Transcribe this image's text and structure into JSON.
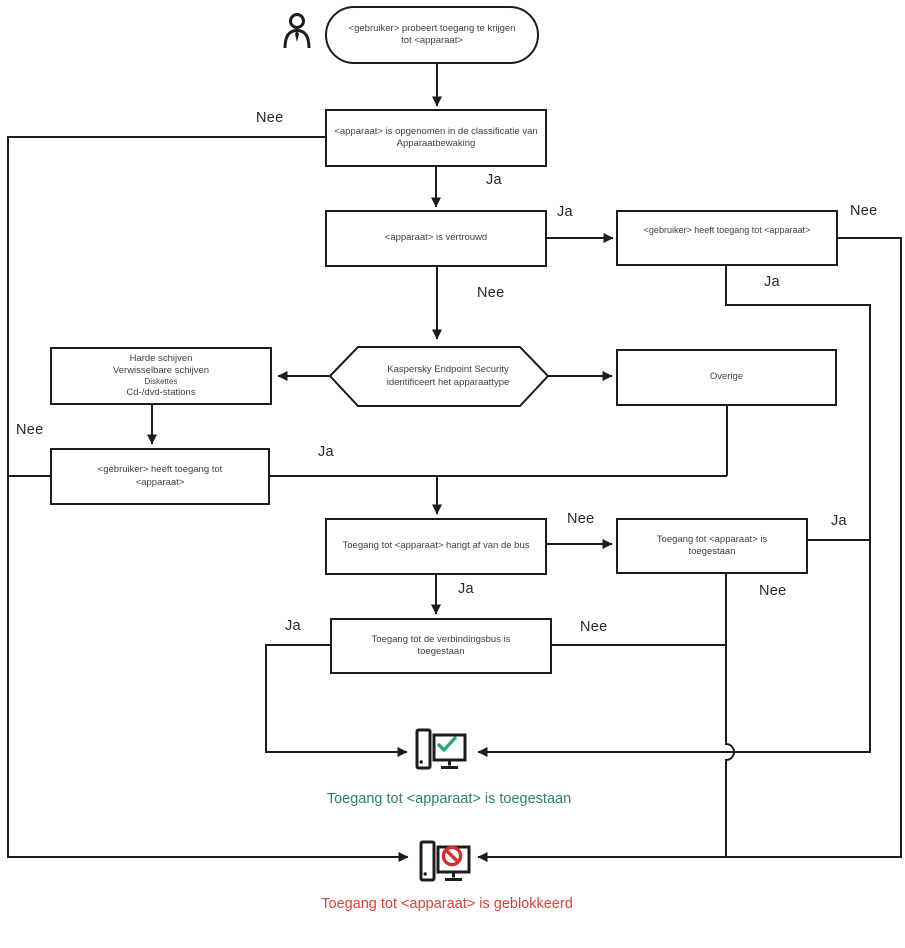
{
  "nodes": {
    "start": "<gebruiker> probeert toegang te krijgen tot <apparaat>",
    "classification": "<apparaat> is opgenomen in de classificatie van Apparaatbewaking",
    "trusted": "<apparaat> is vertrouwd",
    "user_access_top": "<gebruiker> heeft toegang tot <apparaat>",
    "identify_line1": "Kaspersky Endpoint Security",
    "identify_line2": "identificeert het apparaattype",
    "device_types": [
      "Harde schijven",
      "Verwisselbare schijven",
      "Diskettes",
      "Cd-/dvd-stations"
    ],
    "other": "Overige",
    "user_access_left": "<gebruiker> heeft toegang tot <apparaat>",
    "bus_dependent": "Toegang tot <apparaat> hangt af van de bus",
    "access_allowed_box": "Toegang tot <apparaat> is toegestaan",
    "bus_allowed": "Toegang tot de verbindingsbus is toegestaan",
    "result_allowed": "Toegang tot <apparaat> is toegestaan",
    "result_blocked": "Toegang tot <apparaat> is geblokkeerd"
  },
  "labels": {
    "yes": "Ja",
    "no": "Nee"
  },
  "colors": {
    "allowed_text": "#2e7d6e",
    "blocked_text": "#d9403a",
    "check": "#27a77c",
    "prohibited": "#d32f30",
    "line": "#1c1c1c"
  }
}
